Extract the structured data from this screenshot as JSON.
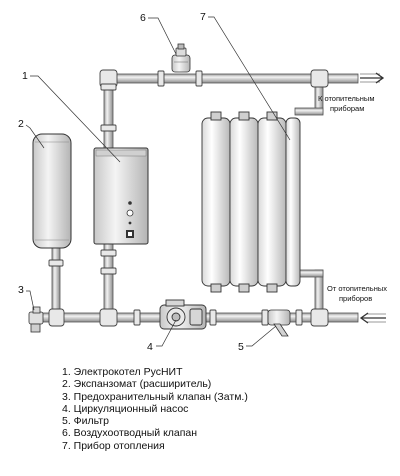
{
  "callouts": [
    "1",
    "2",
    "3",
    "4",
    "5",
    "6",
    "7"
  ],
  "flow_out": {
    "line1": "К отопительным",
    "line2": "приборам"
  },
  "flow_in": {
    "line1": "От отопительных",
    "line2": "приборов"
  },
  "legend": [
    "1. Электрокотел РусНИТ",
    "2. Экспанзомат (расширитель)",
    "3. Предохранительный клапан (Затм.)",
    "4. Циркуляционный насос",
    "5. Фильтр",
    "6. Воздухоотводный клапан",
    "7. Прибор отопления"
  ]
}
